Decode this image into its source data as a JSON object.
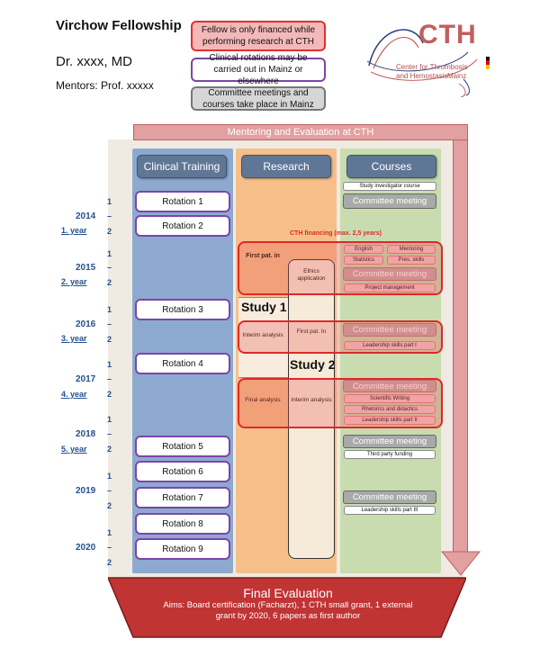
{
  "header": {
    "title": "Virchow Fellowship",
    "name": "Dr. xxxx, MD",
    "mentors": "Mentors: Prof. xxxxx"
  },
  "legend": {
    "red": "Fellow is only financed while performing research at CTH",
    "purple": "Clinical rotations may be carried out in Mainz or elsewhere",
    "gray": "Committee meetings and courses take place in Mainz"
  },
  "logo": {
    "name": "CTH",
    "subtitle_line1": "Center for Thrombosis",
    "subtitle_line2": "and Hemostasis",
    "city": "Mainz"
  },
  "banner": "Mentoring and Evaluation at CTH",
  "columns": {
    "clinical": "Clinical Training",
    "research": "Research",
    "courses": "Courses"
  },
  "years": [
    {
      "year": "2014",
      "label": "1. year"
    },
    {
      "year": "2015",
      "label": "2. year"
    },
    {
      "year": "2016",
      "label": "3. year"
    },
    {
      "year": "2017",
      "label": "4. year"
    },
    {
      "year": "2018",
      "label": "5. year"
    },
    {
      "year": "2019",
      "label": ""
    },
    {
      "year": "2020",
      "label": ""
    }
  ],
  "half_labels": {
    "one": "1",
    "two": "2",
    "dash": "–"
  },
  "rotations": [
    "Rotation 1",
    "Rotation 2",
    "Rotation  3",
    "Rotation 4",
    "Rotation 5",
    "Rotation 6",
    "Rotation  7",
    "Rotation 8",
    "Rotation 9"
  ],
  "courses": {
    "study_investigator": "Study investigator course",
    "committee": "Committee meeting",
    "english": "English",
    "mentoring": "Mentoring",
    "statistics": "Statistics",
    "pres_skills": "Pres. skills",
    "project_mgmt": "Project management",
    "leadership1": "Leadership skills part I",
    "scientific_writing": "Scientific Writing",
    "rhetorics": "Rhetorics and didactics",
    "leadership2": "Leadership skills part II",
    "third_party": "Third party funding",
    "leadership3": "Leadership skills part III"
  },
  "research": {
    "financing": "CTH financing (max. 2,5 years)",
    "first_pat_in": "First pat. in",
    "ethics": "Ethics application",
    "study1": "Study 1",
    "interim": "Interim analysis",
    "first_pat_in2": "First pat. In",
    "study2": "Study 2",
    "final": "Final analysis",
    "interim2": "Interim analysis"
  },
  "final": {
    "title": "Final Evaluation",
    "aims": "Aims: Board certification (Facharzt), 1 CTH small grant, 1 external grant by 2020, 6 papers as first author"
  },
  "colors": {
    "clinical": "#8ea9cf",
    "research": "#f6bf8a",
    "courses": "#c8dcb0",
    "red": "#e02828",
    "header": "#5f7795"
  }
}
